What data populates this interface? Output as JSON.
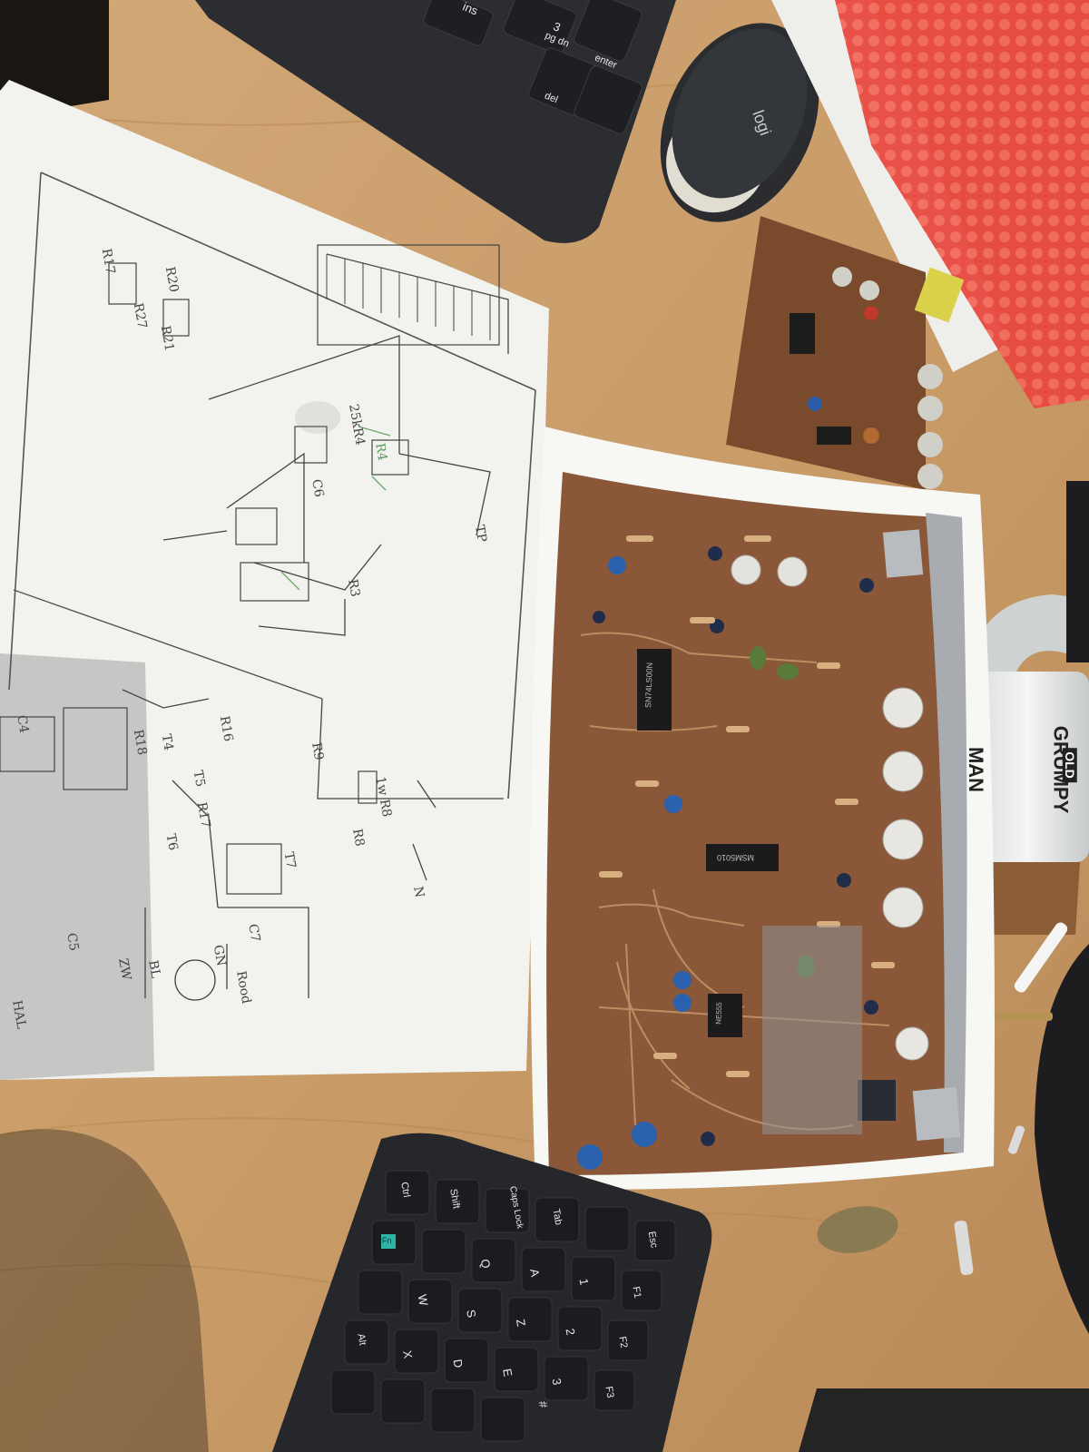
{
  "scene": {
    "desk_color": "#c9a070",
    "paper_color": "#f2f2ef",
    "pcb_color": "#8a5838",
    "keyboard_color": "#2a2c30"
  },
  "keyboard_top": {
    "keys": [
      "ins",
      "3",
      "pg dn",
      "enter",
      "del"
    ]
  },
  "mouse": {
    "brand": "logi"
  },
  "mug": {
    "line1": "GRUMPY",
    "line2": "OLD",
    "line3": "MAN"
  },
  "schematic": {
    "labels": [
      "R17",
      "R20",
      "R21",
      "R27",
      "R3",
      "R4",
      "R8",
      "R9",
      "R16",
      "R17",
      "R18",
      "C4",
      "C5",
      "C6",
      "C7",
      "T4",
      "T5",
      "T6",
      "T7",
      "TP",
      "N",
      "HAL",
      "ZW",
      "BL",
      "GN",
      "Rood",
      "1w R8",
      "25kR4"
    ]
  },
  "pcb_photo": {
    "chip1": "SN74LS00N",
    "chip2": "MSM5010",
    "chip3": "NE555"
  },
  "keyboard_bottom": {
    "keys": [
      "Ctrl",
      "Shift",
      "Caps Lock",
      "Tab",
      "Esc",
      "Fn",
      "Alt",
      "Q",
      "W",
      "A",
      "S",
      "Z",
      "X",
      "D",
      "E",
      "F1",
      "F2",
      "F3",
      "1",
      "2",
      "3",
      "#"
    ]
  }
}
